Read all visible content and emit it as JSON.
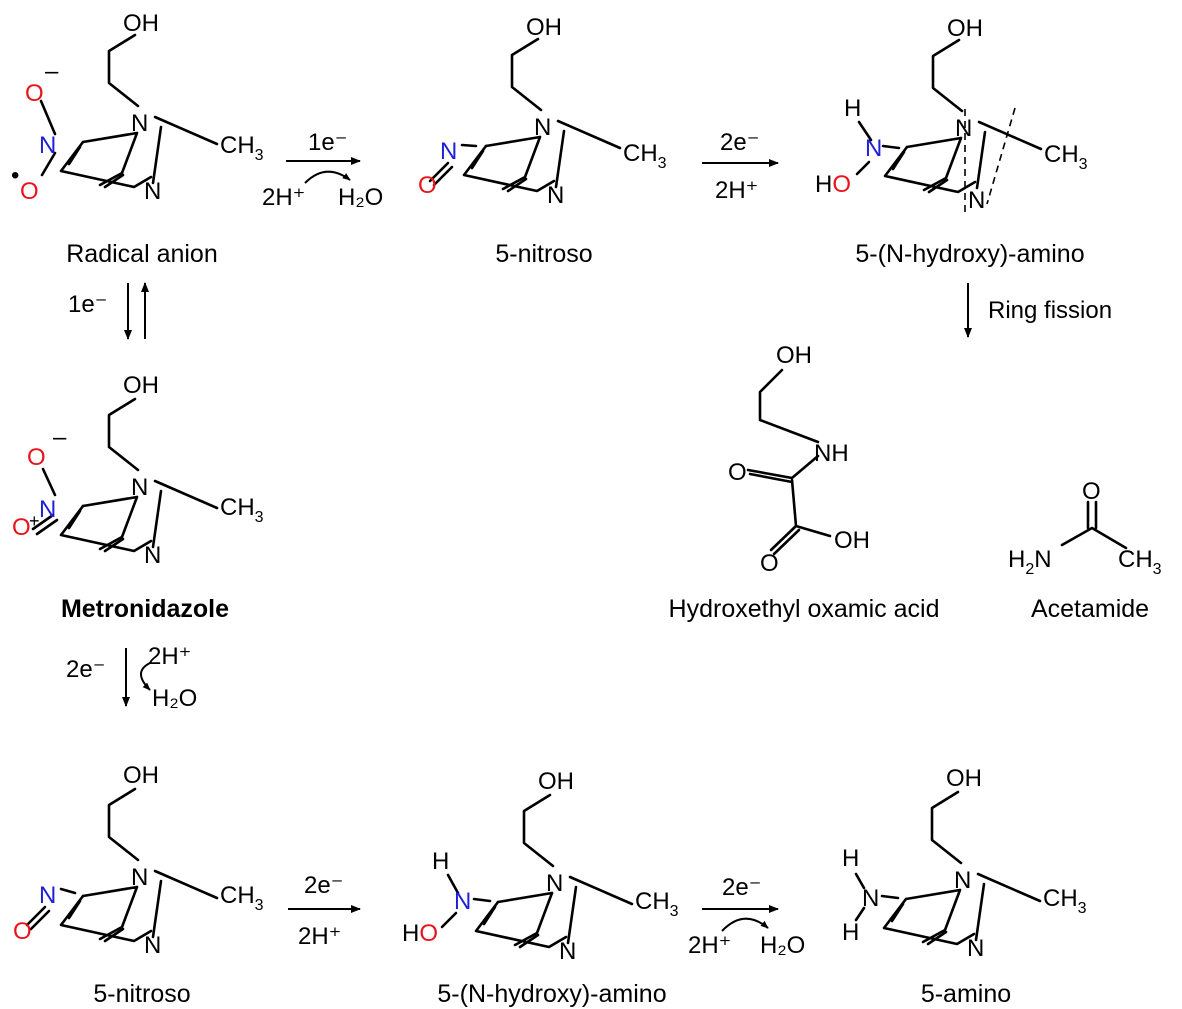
{
  "labels": {
    "radical_anion": "Radical anion",
    "nitroso_top": "5-nitroso",
    "hydroxyamino_top": "5-(N-hydroxy)-amino",
    "metronidazole": "Metronidazole",
    "oxamic": "Hydroxethyl oxamic acid",
    "acetamide": "Acetamide",
    "nitroso_bottom": "5-nitroso",
    "hydroxyamino_bottom": "5-(N-hydroxy)-amino",
    "amino": "5-amino"
  },
  "reactions": {
    "r1_top": "1e⁻",
    "r1_bottom": "2H⁺",
    "r1_product": "H₂O",
    "r2_top": "2e⁻",
    "r2_bottom": "2H⁺",
    "ring_fission": "Ring fission",
    "v1": "1e⁻",
    "v2_e": "2e⁻",
    "v2_h": "2H⁺",
    "v2_product": "H₂O",
    "b1_top": "2e⁻",
    "b1_bottom": "2H⁺",
    "b2_top": "2e⁻",
    "b2_bottom": "2H⁺",
    "b2_product": "H₂O"
  },
  "atoms": {
    "OH": "OH",
    "N": "N",
    "NH": "NH",
    "O": "O",
    "H": "H",
    "HO": "HO",
    "CH": "CH",
    "sub3": "3",
    "H2N_H": "H",
    "H2N_2": "2",
    "H2N_N": "N",
    "minus": "–",
    "plus": "+",
    "radical": "•"
  },
  "colors": {
    "oxygen": "#e8141b",
    "nitrogen": "#1f1fd6",
    "default": "#000000"
  }
}
